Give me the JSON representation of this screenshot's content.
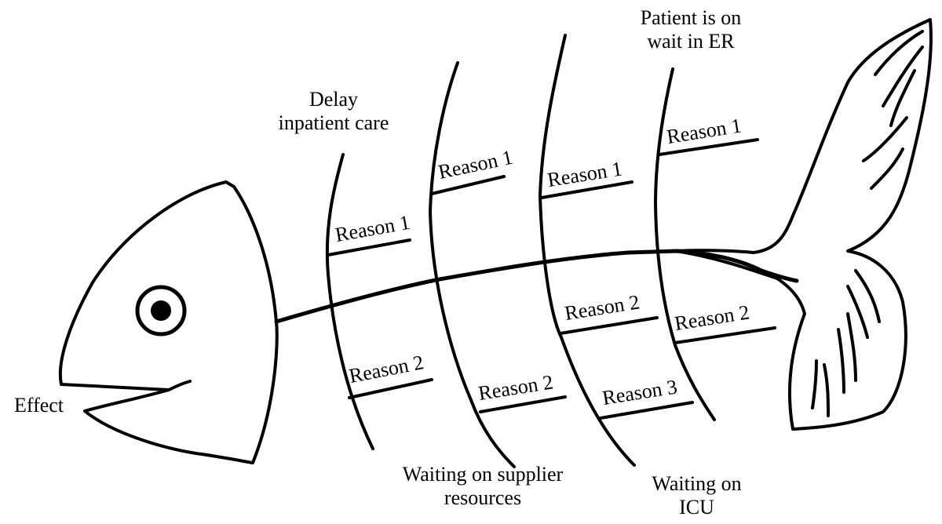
{
  "diagram": {
    "type": "fishbone",
    "effect_label": "Effect",
    "causes": {
      "delay_inpatient_care": {
        "title_line1": "Delay",
        "title_line2": "inpatient care",
        "reason1": "Reason 1",
        "reason2": "Reason 2"
      },
      "waiting_supplier_resources": {
        "title_line1": "Waiting on supplier",
        "title_line2": "resources",
        "reason1": "Reason 1",
        "reason2": "Reason 2"
      },
      "waiting_icu": {
        "title_line1": "Waiting on",
        "title_line2": "ICU",
        "reason1": "Reason 1",
        "reason2": "Reason 2",
        "reason3": "Reason 3"
      },
      "patient_wait_er": {
        "title_line1": "Patient is on",
        "title_line2": "wait in ER",
        "reason1": "Reason 1",
        "reason2": "Reason 2"
      }
    },
    "colors": {
      "stroke": "#000000",
      "background": "#ffffff"
    }
  }
}
